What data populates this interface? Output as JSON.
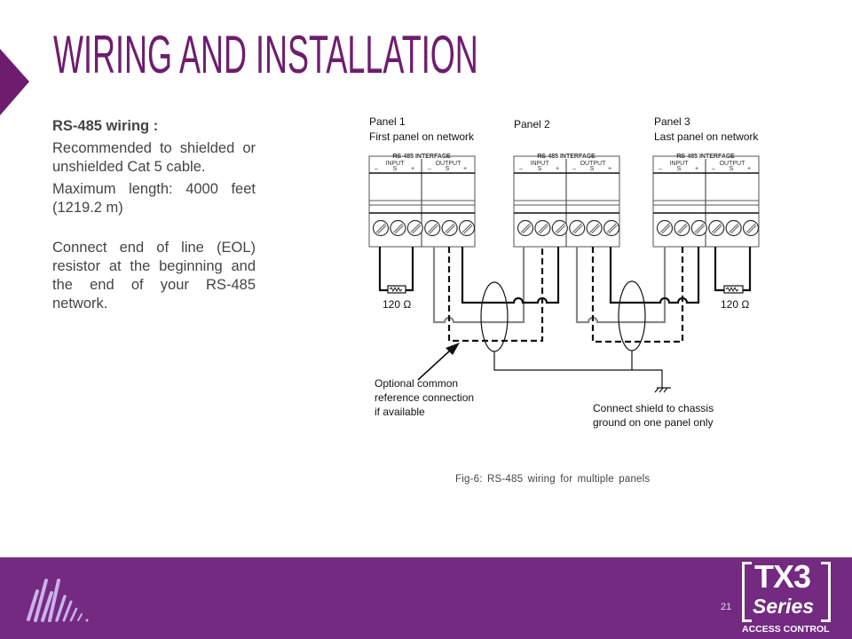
{
  "title": "WIRING AND INSTALLATION",
  "body": {
    "heading": "RS-485 wiring :",
    "p1": "Recommended to shielded or unshielded Cat 5 cable.",
    "p2": "Maximum length: 4000 feet (1219.2 m)",
    "p3": "Connect end of line (EOL) resistor at the beginning and the end of your RS-485 network."
  },
  "diagram": {
    "panels": [
      {
        "name": "Panel 1",
        "desc": "First panel on network"
      },
      {
        "name": "Panel 2",
        "desc": ""
      },
      {
        "name": "Panel 3",
        "desc": "Last panel on network"
      }
    ],
    "interface_label": "RS-485 INTERFACE",
    "input_label": "INPUT",
    "output_label": "OUTPUT",
    "terminal_labels": [
      "–",
      "S",
      "+"
    ],
    "resistor_label": "120 Ω",
    "note_reference": [
      "Optional common",
      "reference connection",
      "if available"
    ],
    "note_shield": [
      "Connect shield to chassis",
      "ground on one panel only"
    ]
  },
  "caption": "Fig-6: RS-485 wiring for multiple panels",
  "footer": {
    "page_number": "21",
    "brand_main": "TX3",
    "brand_sub": "Series",
    "brand_tagline": "ACCESS CONTROL",
    "color": "#732a80"
  },
  "accent_color": "#6e1d6e"
}
